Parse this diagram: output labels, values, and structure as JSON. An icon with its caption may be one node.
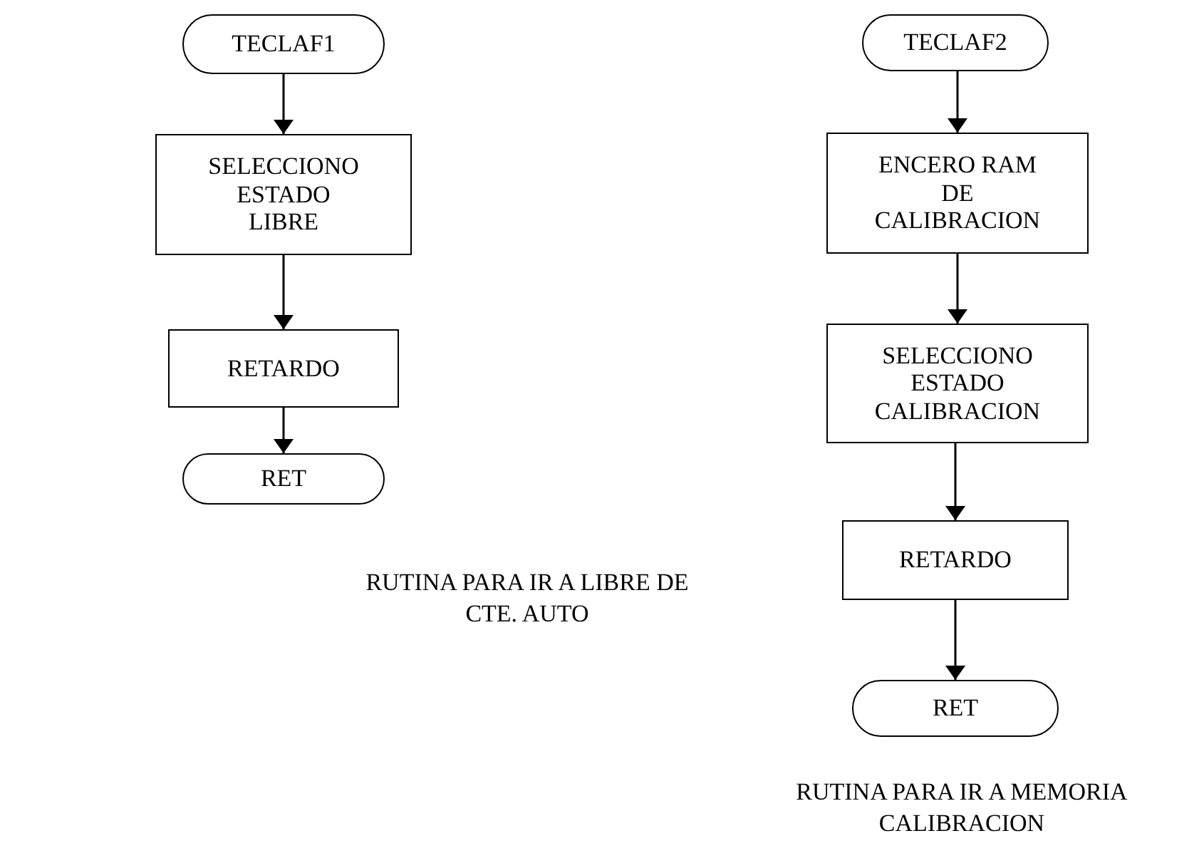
{
  "diagram": {
    "nodes": [
      {
        "text": [
          "TECLAF1"
        ]
      },
      {
        "text": [
          "SELECCIONO ESTADO LIBRE"
        ]
      },
      {
        "text": [
          "RETARDO"
        ]
      },
      {
        "text": [
          "RET"
        ]
      },
      {
        "text": [
          "TECLAF2"
        ]
      },
      {
        "text": [
          "ENCERO RAM DE CALIBRACION"
        ]
      },
      {
        "text": [
          "SELECCIONO ESTADO CALIBRACION"
        ]
      },
      {
        "text": [
          "RETARDO"
        ]
      },
      {
        "text": [
          "RET"
        ]
      }
    ],
    "edges": [
      {
        "from": 0,
        "to": 1,
        "arrow": "to"
      },
      {
        "from": 1,
        "to": 2,
        "arrow": "to"
      },
      {
        "from": 2,
        "to": 3,
        "arrow": "to"
      },
      {
        "from": 4,
        "to": 5,
        "arrow": "to"
      },
      {
        "from": 5,
        "to": 6,
        "arrow": "to"
      },
      {
        "from": 6,
        "to": 7,
        "arrow": "to"
      },
      {
        "from": 7,
        "to": 8,
        "arrow": "to"
      }
    ],
    "labels": [
      "RUTINA PARA IR A LIBRE DE CTE. AUTO",
      "RUTINA PARA IR A MEMORIA CALIBRACION"
    ]
  }
}
